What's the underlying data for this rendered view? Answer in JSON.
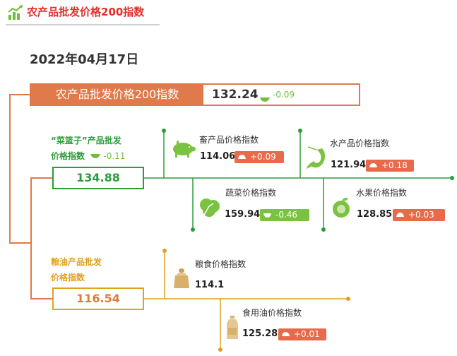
{
  "header": {
    "title": "农产品批发价格200指数"
  },
  "date": "2022年04月17日",
  "main_index": {
    "label": "农产品批发价格200指数",
    "value": "132.24",
    "change": "-0.09"
  },
  "basket": {
    "title_line1": "“菜篮子”产品批发",
    "title_line2": "价格指数",
    "change": "-0.11",
    "value": "134.88",
    "items": [
      {
        "name": "畜产品价格指数",
        "value": "114.06",
        "change": "+0.09",
        "direction": "up"
      },
      {
        "name": "水产品价格指数",
        "value": "121.94",
        "change": "+0.18",
        "direction": "up"
      },
      {
        "name": "蔬菜价格指数",
        "value": "159.94",
        "change": "-0.46",
        "direction": "down"
      },
      {
        "name": "水果价格指数",
        "value": "128.85",
        "change": "+0.03",
        "direction": "up"
      }
    ]
  },
  "grain": {
    "title_line1": "粮油产品批发",
    "title_line2": "价格指数",
    "value": "116.54",
    "items": [
      {
        "name": "粮食价格指数",
        "value": "114.1"
      },
      {
        "name": "食用油价格指数",
        "value": "125.28",
        "change": "+0.01",
        "direction": "up"
      }
    ]
  },
  "colors": {
    "orange": "#e07a4a",
    "green": "#2a9d3a",
    "gold": "#e0a020",
    "red": "#e86a4a",
    "lightgreen": "#7cc242"
  },
  "icons": [
    "chart-icon",
    "pig-icon",
    "shrimp-icon",
    "vegetable-icon",
    "fruit-icon",
    "grain-bag-icon",
    "oil-bottle-icon"
  ]
}
